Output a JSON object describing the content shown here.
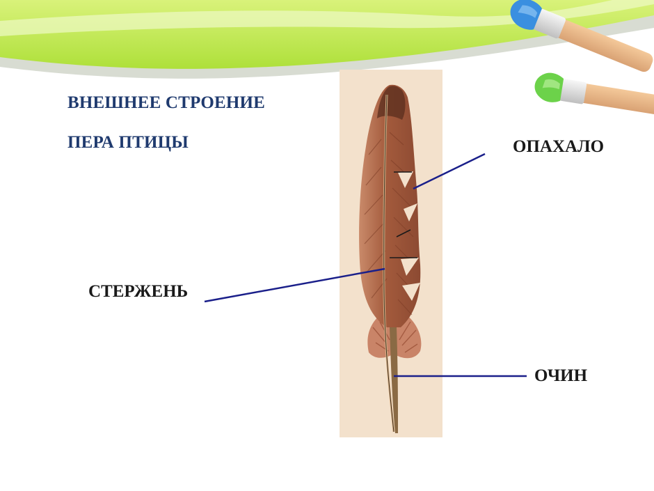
{
  "title": {
    "line1": "ВНЕШНЕЕ СТРОЕНИЕ",
    "line2": "ПЕРА ПТИЦЫ"
  },
  "labels": {
    "vane": "ОПАХАЛО",
    "shaft": "СТЕРЖЕНЬ",
    "quill": "ОЧИН"
  },
  "colors": {
    "title": "#1f3a6e",
    "pointer": "#1a1f8a",
    "panel": "#f3e1cc",
    "feather": "#a0593a",
    "wave_green": "#b6e23e",
    "brush_blue": "#3a8fe0",
    "brush_green": "#6cd24a"
  },
  "icons": {
    "brush_top": "paintbrush-blue-icon",
    "brush_bottom": "paintbrush-green-icon"
  }
}
